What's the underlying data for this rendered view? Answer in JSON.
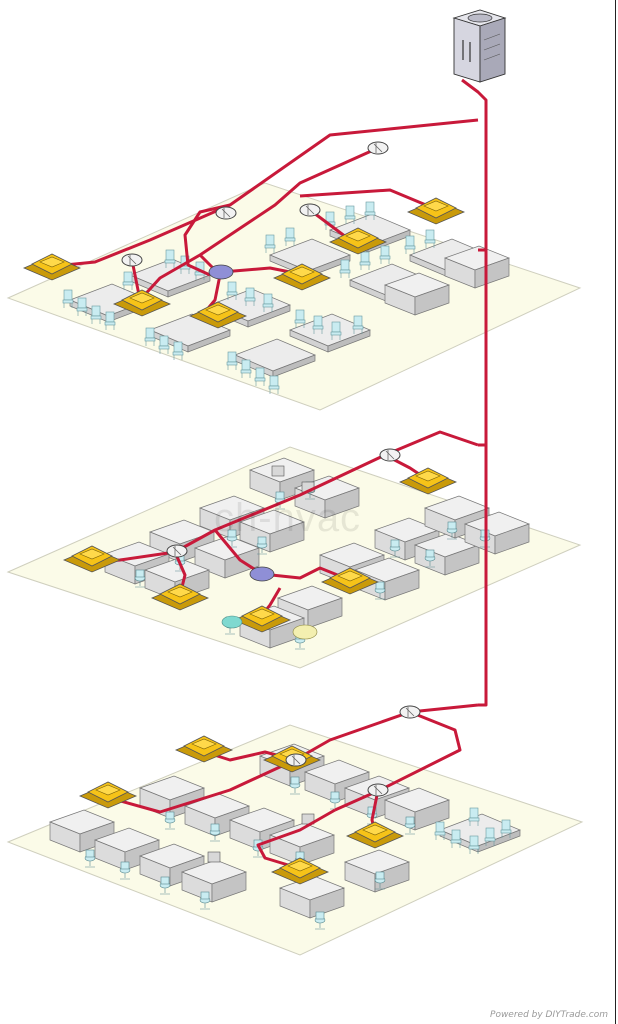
{
  "watermark": "ch-hvac",
  "credit": "Powered by DIYTrade.com",
  "colors": {
    "pipe": "#c8193a",
    "floor": "#fbfbe8",
    "floor_edge": "#cfcfbe",
    "indoor_unit": "#f6c318",
    "indoor_unit_dark": "#c99a0a",
    "branch_joint": "#f2f2f2",
    "furniture": "#e6e6e6",
    "chair": "#c9ecf1",
    "control_box": "#8f8fd6"
  },
  "icons": {
    "outdoor": "outdoor-unit-icon",
    "indoor": "cassette-indoor-unit-icon",
    "joint": "refnet-joint-icon"
  },
  "floors": [
    {
      "name": "top-floor",
      "indoor_units": 6,
      "branch_joints": 4
    },
    {
      "name": "middle-floor",
      "indoor_units": 5,
      "branch_joints": 2
    },
    {
      "name": "bottom-floor",
      "indoor_units": 5,
      "branch_joints": 3
    }
  ]
}
